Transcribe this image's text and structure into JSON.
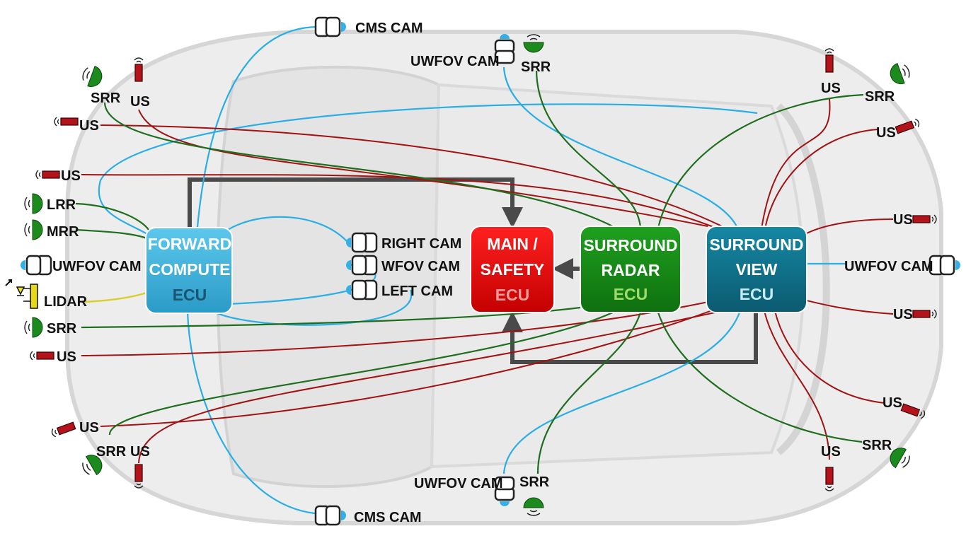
{
  "ecus": {
    "forward": {
      "line1": "FORWARD",
      "line2": "COMPUTE",
      "line3": "ECU"
    },
    "main": {
      "line1": "MAIN /",
      "line2": "SAFETY",
      "line3": "ECU"
    },
    "radar": {
      "line1": "SURROUND",
      "line2": "RADAR",
      "line3": "ECU"
    },
    "view": {
      "line1": "SURROUND",
      "line2": "VIEW",
      "line3": "ECU"
    }
  },
  "labels": {
    "cms_top": "CMS CAM",
    "uwfov_top": "UWFOV CAM",
    "srr_top": "SRR",
    "srr_tl": "SRR",
    "us_tl": "US",
    "us_l1": "US",
    "us_l2": "US",
    "lrr": "LRR",
    "mrr": "MRR",
    "uwfov_left": "UWFOV CAM",
    "lidar": "LIDAR",
    "srr_left": "SRR",
    "us_l3": "US",
    "us_l4": "US",
    "srr_bl": "SRR",
    "us_bl": "US",
    "cms_bottom": "CMS CAM",
    "uwfov_bottom": "UWFOV CAM",
    "srr_bottom": "SRR",
    "right_cam": "RIGHT CAM",
    "wfov_cam": "WFOV CAM",
    "left_cam": "LEFT CAM",
    "us_tr": "US",
    "srr_tr": "SRR",
    "us_r1": "US",
    "us_r2": "US",
    "uwfov_right": "UWFOV CAM",
    "us_r3": "US",
    "us_r4": "US",
    "srr_br": "SRR",
    "us_br": "US"
  },
  "colors": {
    "camera_link": "#2aaee6",
    "ultrasonic_link": "#a31212",
    "radar_link": "#1e6e1e",
    "lidar_link": "#d9cf2a",
    "ecu_bus": "#4a4a4a",
    "forward_ecu": "#35b0db",
    "main_ecu": "#e01010",
    "radar_ecu": "#168a16",
    "view_ecu": "#0f6f88"
  }
}
